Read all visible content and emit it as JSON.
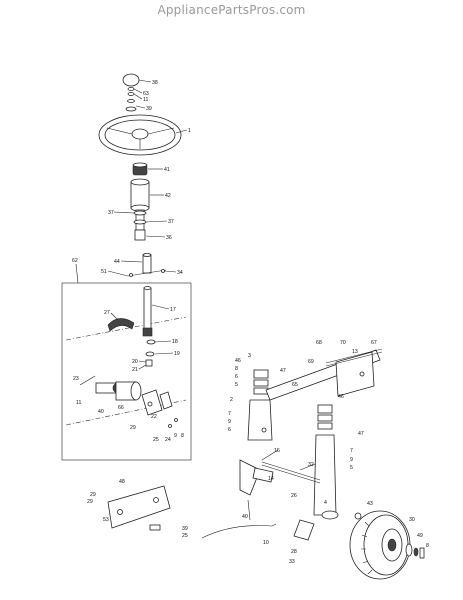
{
  "watermark": "AppliancePartsPros.com",
  "callouts": [
    {
      "id": "c38",
      "text": "38"
    },
    {
      "id": "c63",
      "text": "63"
    },
    {
      "id": "c11a",
      "text": "11"
    },
    {
      "id": "c39",
      "text": "39"
    },
    {
      "id": "c1",
      "text": "1"
    },
    {
      "id": "c41",
      "text": "41"
    },
    {
      "id": "c42",
      "text": "42"
    },
    {
      "id": "c37a",
      "text": "37"
    },
    {
      "id": "c37b",
      "text": "37"
    },
    {
      "id": "c36",
      "text": "36"
    },
    {
      "id": "c62",
      "text": "62"
    },
    {
      "id": "c44",
      "text": "44"
    },
    {
      "id": "c51",
      "text": "51"
    },
    {
      "id": "c34",
      "text": "34"
    },
    {
      "id": "c17",
      "text": "17"
    },
    {
      "id": "c27",
      "text": "27"
    },
    {
      "id": "c18",
      "text": "18"
    },
    {
      "id": "c19",
      "text": "19"
    },
    {
      "id": "c20",
      "text": "20"
    },
    {
      "id": "c21",
      "text": "21"
    },
    {
      "id": "c23",
      "text": "23"
    },
    {
      "id": "c11b",
      "text": "11"
    },
    {
      "id": "c40a",
      "text": "40"
    },
    {
      "id": "c66",
      "text": "66"
    },
    {
      "id": "c22",
      "text": "22"
    },
    {
      "id": "c29a",
      "text": "29"
    },
    {
      "id": "c25",
      "text": "25"
    },
    {
      "id": "c24",
      "text": "24"
    },
    {
      "id": "c9a",
      "text": "9"
    },
    {
      "id": "c8a",
      "text": "8"
    },
    {
      "id": "c3",
      "text": "3"
    },
    {
      "id": "c46a",
      "text": "46"
    },
    {
      "id": "c8b",
      "text": "8"
    },
    {
      "id": "c6a",
      "text": "6"
    },
    {
      "id": "c5a",
      "text": "5"
    },
    {
      "id": "c47a",
      "text": "47"
    },
    {
      "id": "c2",
      "text": "2"
    },
    {
      "id": "c7a",
      "text": "7"
    },
    {
      "id": "c9b",
      "text": "9"
    },
    {
      "id": "c6b",
      "text": "6"
    },
    {
      "id": "c16",
      "text": "16"
    },
    {
      "id": "c68",
      "text": "68"
    },
    {
      "id": "c70",
      "text": "70"
    },
    {
      "id": "c67",
      "text": "67"
    },
    {
      "id": "c69",
      "text": "69"
    },
    {
      "id": "c13",
      "text": "13"
    },
    {
      "id": "c65",
      "text": "65"
    },
    {
      "id": "c46b",
      "text": "46"
    },
    {
      "id": "c47b",
      "text": "47"
    },
    {
      "id": "c7b",
      "text": "7"
    },
    {
      "id": "c9c",
      "text": "9"
    },
    {
      "id": "c5b",
      "text": "5"
    },
    {
      "id": "c32",
      "text": "32"
    },
    {
      "id": "c14",
      "text": "14"
    },
    {
      "id": "c48",
      "text": "48"
    },
    {
      "id": "c29b",
      "text": "29"
    },
    {
      "id": "c29c",
      "text": "29"
    },
    {
      "id": "c53",
      "text": "53"
    },
    {
      "id": "c40b",
      "text": "40"
    },
    {
      "id": "c26",
      "text": "26"
    },
    {
      "id": "c4",
      "text": "4"
    },
    {
      "id": "c39b",
      "text": "39"
    },
    {
      "id": "c25b",
      "text": "25"
    },
    {
      "id": "c10",
      "text": "10"
    },
    {
      "id": "c28",
      "text": "28"
    },
    {
      "id": "c33",
      "text": "33"
    },
    {
      "id": "c43",
      "text": "43"
    },
    {
      "id": "c30",
      "text": "30"
    },
    {
      "id": "c49",
      "text": "49"
    },
    {
      "id": "c8c",
      "text": "8"
    }
  ]
}
